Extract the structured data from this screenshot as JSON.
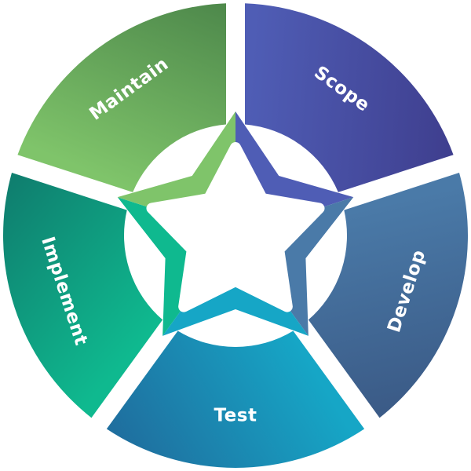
{
  "diagram": {
    "segments": [
      {
        "id": "scope",
        "label": "Scope",
        "color_start": "#4f5db5",
        "color_end": "#3f3f8f"
      },
      {
        "id": "develop",
        "label": "Develop",
        "color_start": "#4a7aa8",
        "color_end": "#3b5b87"
      },
      {
        "id": "test",
        "label": "Test",
        "color_start": "#16a6c6",
        "color_end": "#1f6f9f"
      },
      {
        "id": "implement",
        "label": "Implement",
        "color_start": "#0fb98f",
        "color_end": "#0f7f6f"
      },
      {
        "id": "maintain",
        "label": "Maintain",
        "color_start": "#7fc46a",
        "color_end": "#4f8a4c"
      }
    ]
  }
}
